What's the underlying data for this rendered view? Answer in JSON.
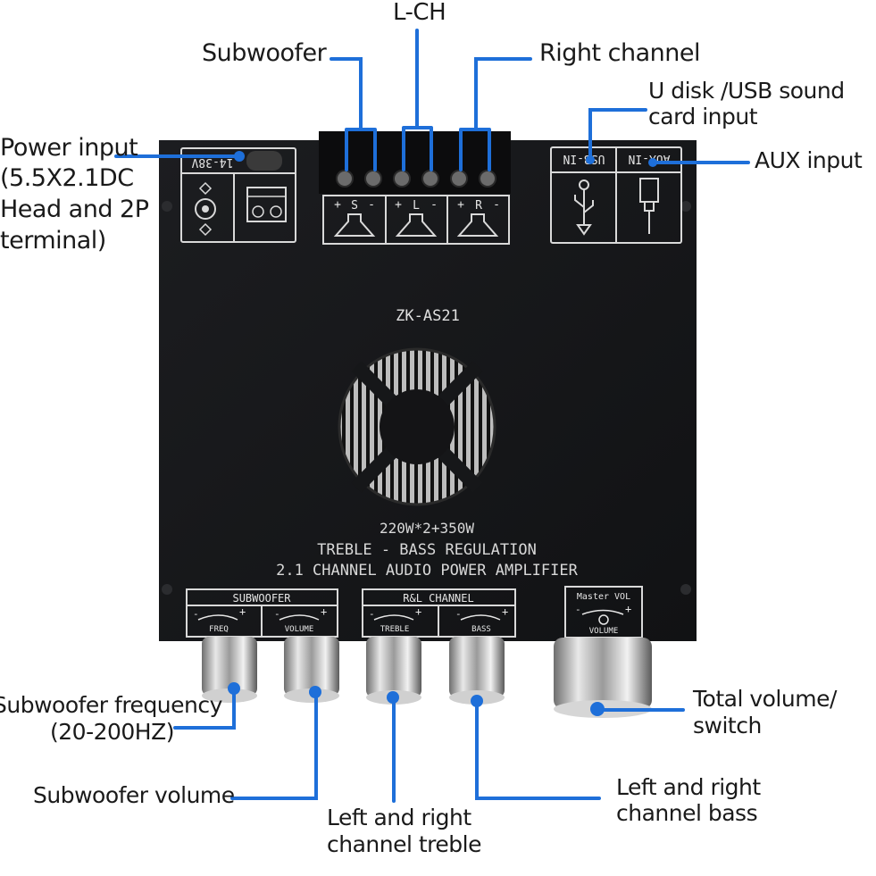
{
  "callouts": {
    "lch": "L-CH",
    "subwoofer": "Subwoofer",
    "right_channel": "Right channel",
    "usb_line1": "U disk /USB sound",
    "usb_line2": "card input",
    "aux": "AUX input",
    "power_line1": "Power input",
    "power_line2": "(5.5X2.1DC",
    "power_line3": "Head and 2P",
    "power_line4": "terminal)",
    "sub_freq_line1": "Subwoofer frequency",
    "sub_freq_line2": "(20-200HZ)",
    "sub_volume": "Subwoofer volume",
    "treble_line1": "Left and right",
    "treble_line2": "channel treble",
    "bass_line1": "Left and right",
    "bass_line2": "channel bass",
    "total_line1": "Total volume/",
    "total_line2": "switch"
  },
  "board": {
    "model": "ZK-AS21",
    "power_rating": "220W*2+350W",
    "line2": "TREBLE - BASS REGULATION",
    "line3": "2.1 CHANNEL AUDIO POWER AMPLIFIER",
    "voltage": "14-38V",
    "usb_label": "USB-IN",
    "aux_label": "AUX-IN",
    "speaker_s": "S",
    "speaker_l": "L",
    "speaker_r": "R",
    "plus": "+",
    "minus": "-",
    "group_subwoofer": "SUBWOOFER",
    "group_rl": "R&L CHANNEL",
    "group_master": "Master VOL",
    "knob_freq": "FREQ",
    "knob_volume": "VOLUME",
    "knob_treble": "TREBLE",
    "knob_bass": "BASS",
    "knob_master_volume": "VOLUME"
  },
  "colors": {
    "callout_line": "#1e6fd9",
    "board": "#161719",
    "silkscreen": "#e6e6e6"
  }
}
